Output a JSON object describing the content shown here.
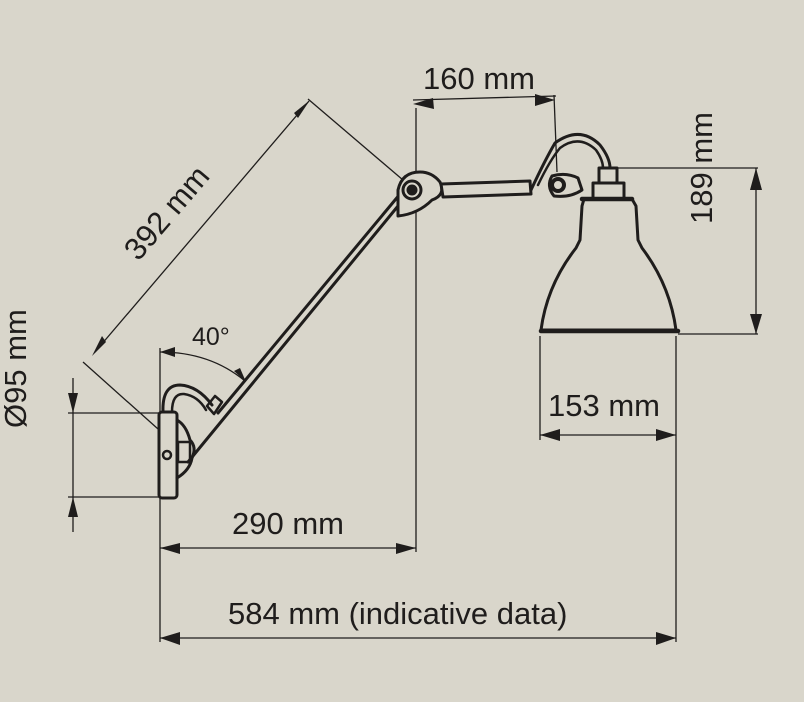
{
  "diagram": {
    "subject": "Wall lamp with articulated arm and shade",
    "background_color": "#d9d6cb",
    "line_color": "#1f1d1c",
    "dimensions": {
      "arm_length": "392 mm",
      "angle": "40°",
      "upper_arm": "160 mm",
      "shade_height": "189 mm",
      "shade_diameter": "153 mm",
      "wall_plate_diameter": "Ø95 mm",
      "projection_to_joint": "290 mm",
      "total_projection": "584 mm (indicative data)"
    }
  }
}
